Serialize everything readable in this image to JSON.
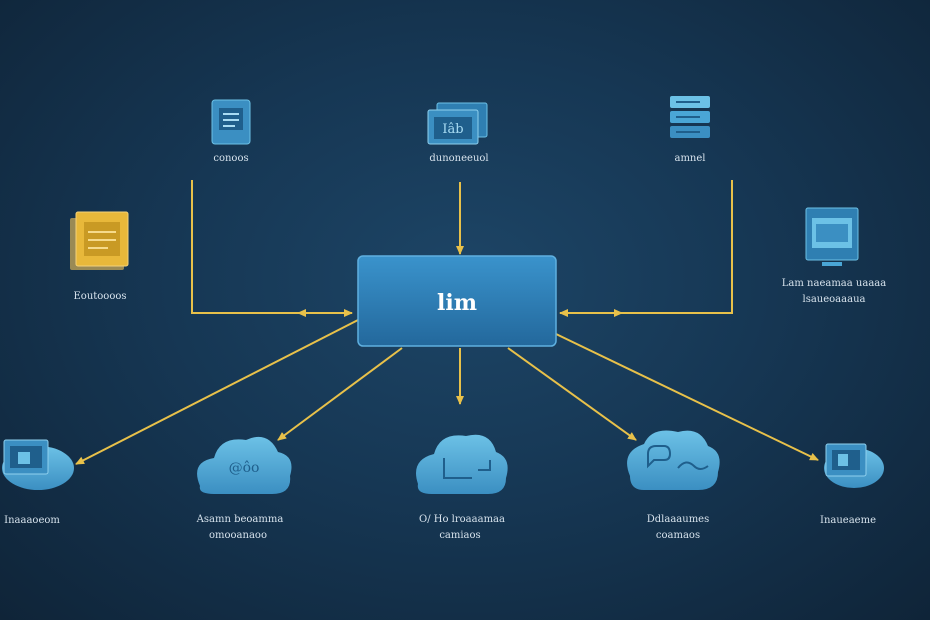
{
  "hub": {
    "label": "lim"
  },
  "nodes": {
    "top_left": {
      "label": "conoos",
      "icon": "document-icon"
    },
    "top_center": {
      "label": "dunoneeuol",
      "icon": "window-icon"
    },
    "top_right": {
      "label": "amnel",
      "icon": "server-icon"
    },
    "mid_left": {
      "label": "Eoutoooos",
      "icon": "folder-icon"
    },
    "mid_right": {
      "label1": "Lam naeamaa uaaaa",
      "label2": "lsaueoaaaua",
      "icon": "monitor-icon"
    },
    "bottom_1": {
      "label": "Inaaaoeom",
      "icon": "cloud-monitor-icon"
    },
    "bottom_2": {
      "label1": "Asamn beoamma",
      "label2": "omooanaoo",
      "icon": "cloud-icon"
    },
    "bottom_3": {
      "label1": "O/ Ho lroaaamaa",
      "label2": "camiaos",
      "icon": "cloud-icon"
    },
    "bottom_4": {
      "label1": "Ddlaaaumes",
      "label2": "coamaos",
      "icon": "cloud-icon"
    },
    "bottom_5": {
      "label": "Inaueaeme",
      "icon": "cloud-monitor-icon"
    }
  },
  "colors": {
    "background": "#163754",
    "hub_fill": "#2c7fb8",
    "connector": "#e8c14a",
    "icon_blue": "#4aa6d6",
    "icon_yellow": "#e8b83a"
  }
}
